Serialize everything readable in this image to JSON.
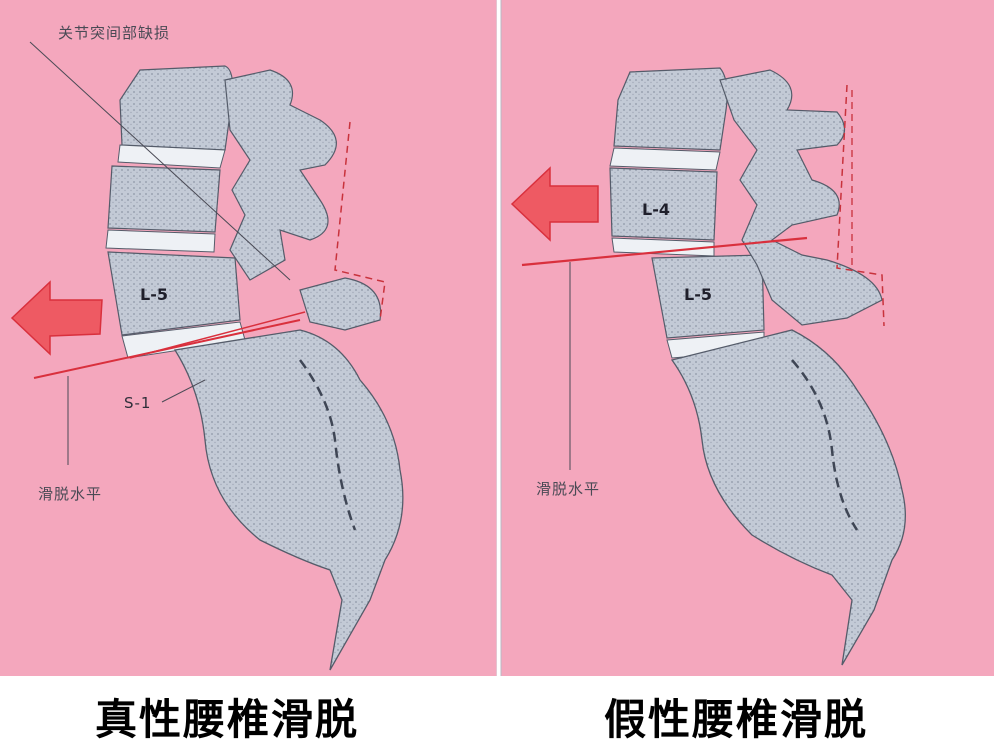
{
  "left_panel": {
    "annotation_top": "关节突间部缺损",
    "vertebra_l5": "L-5",
    "vertebra_s1": "S-1",
    "slip_level": "滑脱水平",
    "caption": "真性腰椎滑脱"
  },
  "right_panel": {
    "vertebra_l4": "L-4",
    "vertebra_l5": "L-5",
    "slip_level": "滑脱水平",
    "caption": "假性腰椎滑脱"
  },
  "colors": {
    "background": "#f4a7bd",
    "bone": "#c3cad6",
    "disc": "#eef1f5",
    "arrow": "#ee5a63",
    "slip_line": "#d9303d"
  }
}
